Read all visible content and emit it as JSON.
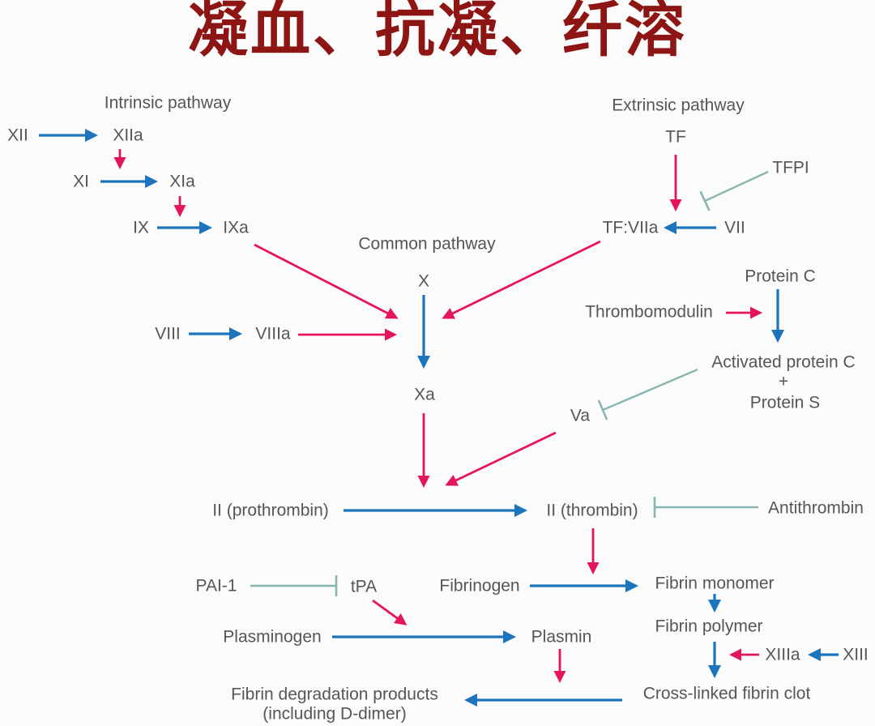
{
  "title": "凝血、抗凝、纤溶",
  "colors": {
    "title_red": "#8d1513",
    "activation_blue": "#1b74bc",
    "catalysis_red": "#e5155c",
    "inhibition_teal": "#87b6b0",
    "label_gray": "#55565a"
  },
  "headers": {
    "intrinsic": "Intrinsic pathway",
    "extrinsic": "Extrinsic pathway",
    "common": "Common pathway"
  },
  "nodes": {
    "xii": "XII",
    "xiia": "XIIa",
    "xi": "XI",
    "xia": "XIa",
    "ix": "IX",
    "ixa": "IXa",
    "x": "X",
    "xa": "Xa",
    "viii": "VIII",
    "viiia": "VIIIa",
    "tf": "TF",
    "tfpi": "TFPI",
    "tf_viia": "TF:VIIa",
    "vii": "VII",
    "protein_c": "Protein C",
    "thrombomodulin": "Thrombomodulin",
    "apc_line1": "Activated protein C",
    "apc_plus": "+",
    "apc_line2": "Protein S",
    "va": "Va",
    "prothrombin": "II (prothrombin)",
    "thrombin": "II (thrombin)",
    "antithrombin": "Antithrombin",
    "fibrinogen": "Fibrinogen",
    "fibrin_monomer": "Fibrin monomer",
    "fibrin_polymer": "Fibrin polymer",
    "xiiia": "XIIIa",
    "xiii": "XIII",
    "clot": "Cross-linked fibrin clot",
    "pai1": "PAI-1",
    "tpa": "tPA",
    "plasminogen": "Plasminogen",
    "plasmin": "Plasmin",
    "fdp_line1": "Fibrin degradation products",
    "fdp_line2": "(including D-dimer)"
  }
}
